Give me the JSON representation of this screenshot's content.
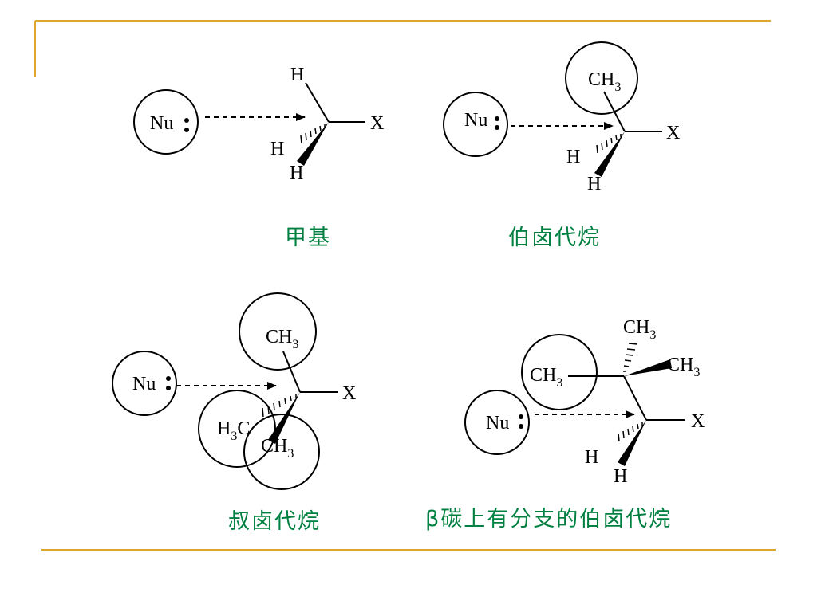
{
  "colors": {
    "frame": "#dca72c",
    "caption": "#008040"
  },
  "labels": {
    "nu": "Nu",
    "x": "X",
    "h": "H",
    "ch": "CH",
    "three": "3",
    "h3c_h": "H",
    "h3c_c": "C"
  },
  "captions": {
    "methyl": "甲基",
    "primary": "伯卤代烷",
    "tertiary": "叔卤代烷",
    "beta_branched": "β碳上有分支的伯卤代烷"
  }
}
